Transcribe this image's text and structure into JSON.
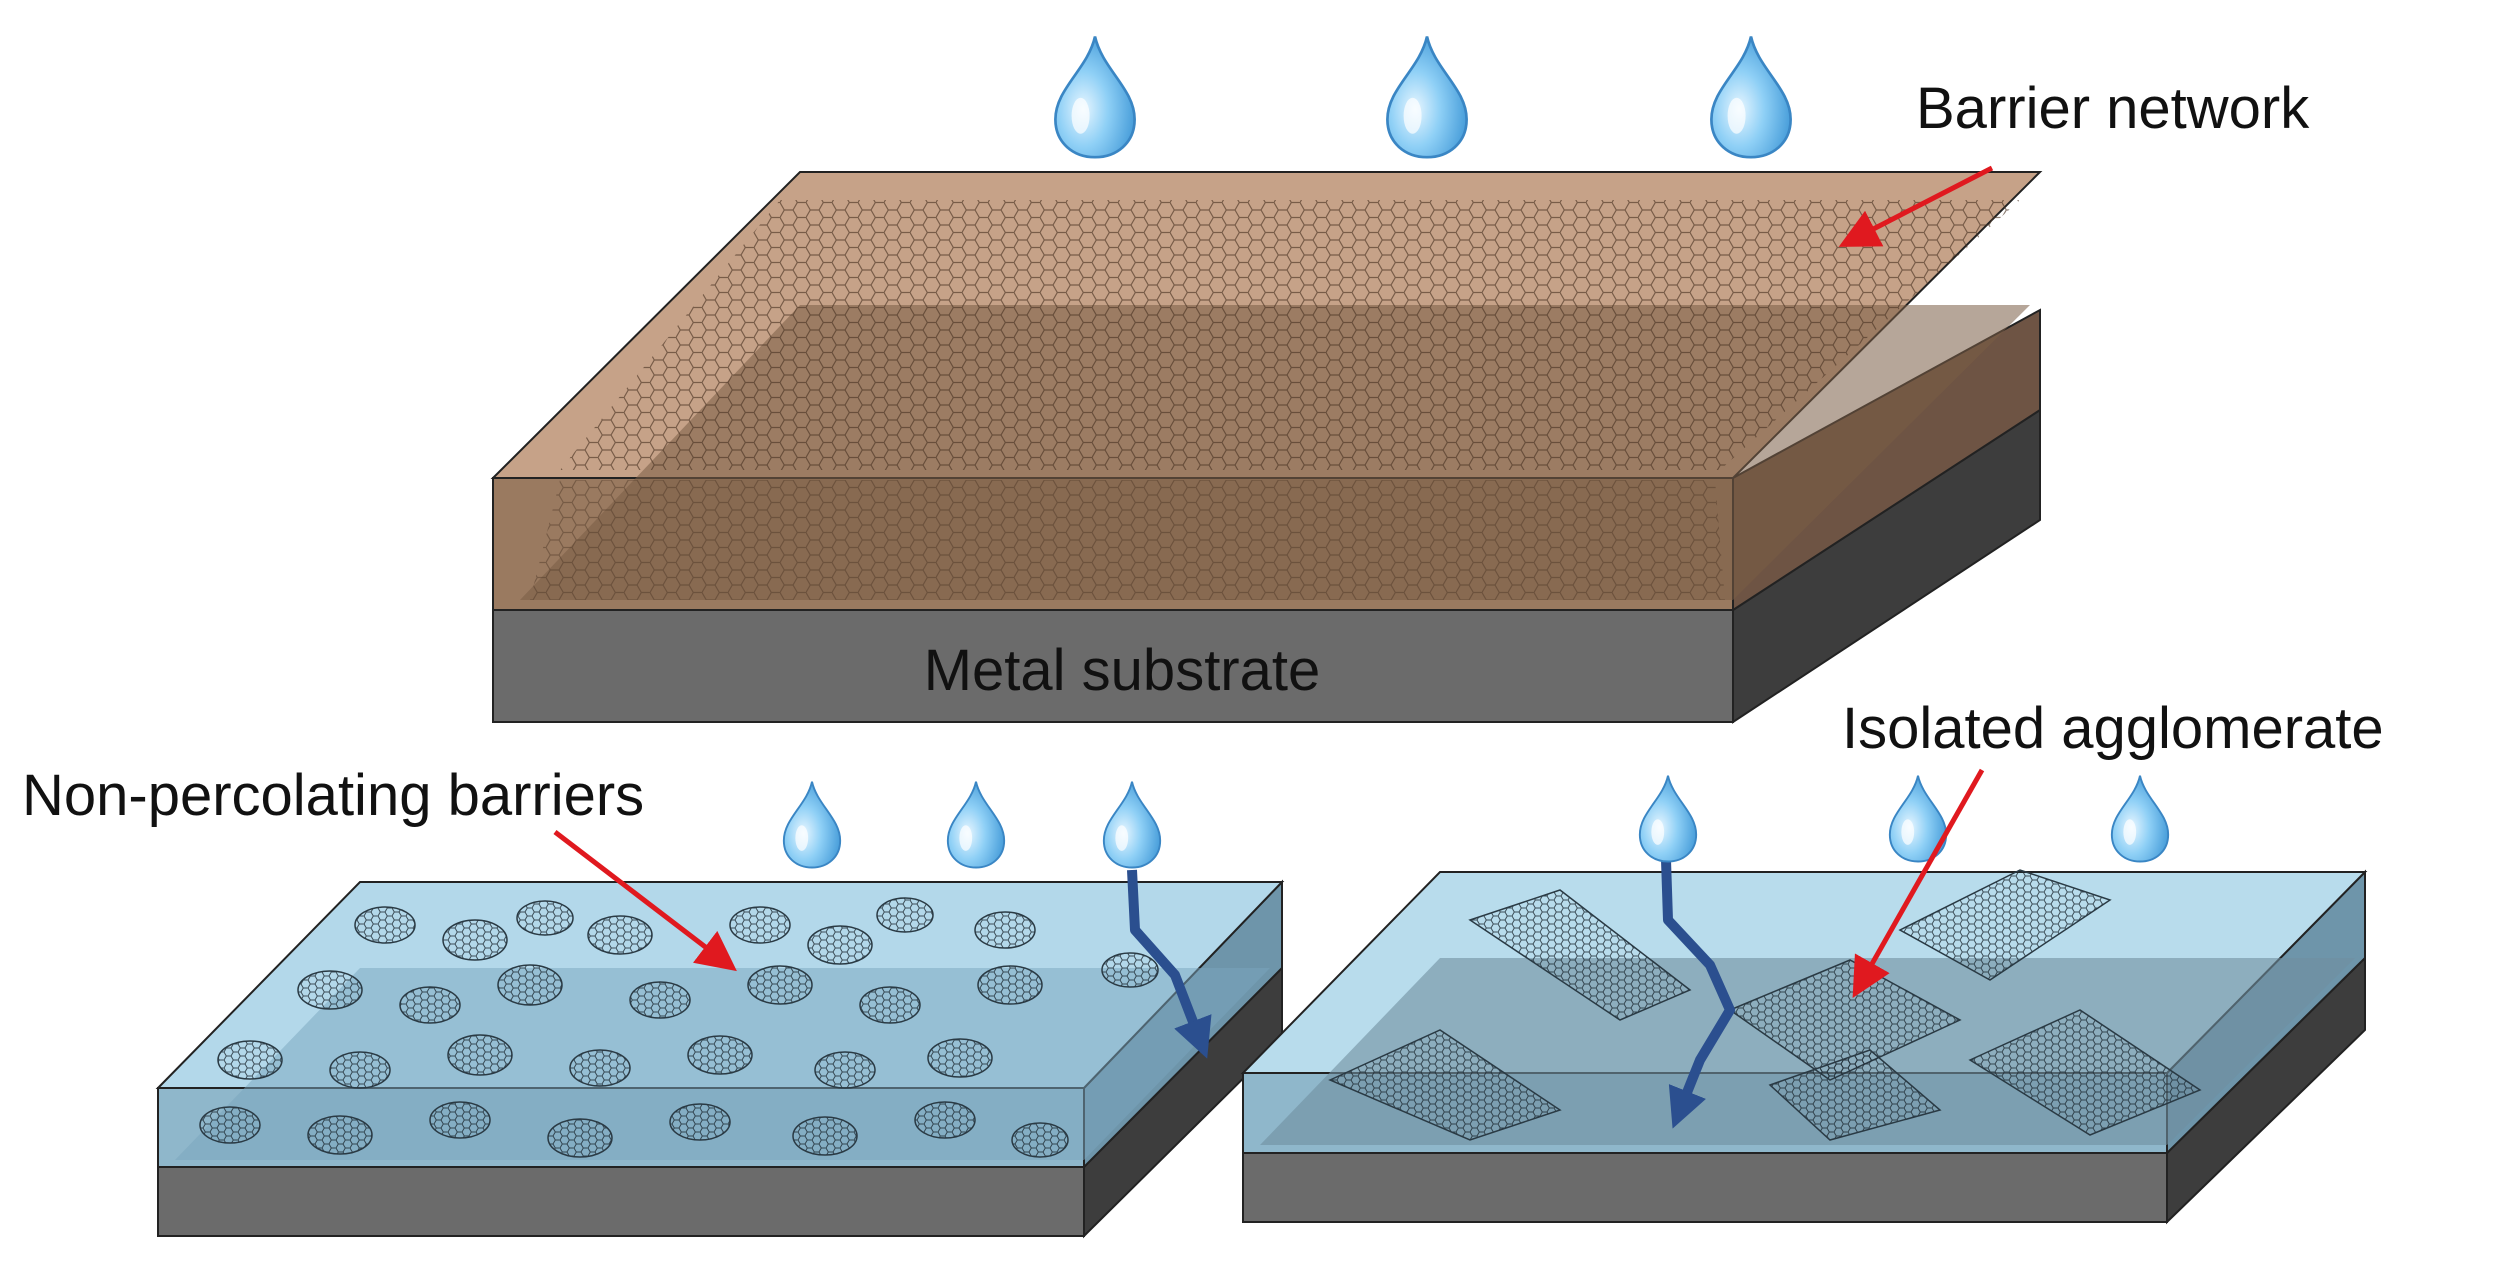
{
  "labels": {
    "barrier_network": "Barrier network",
    "metal_substrate": "Metal substrate",
    "non_percolating": "Non-percolating barriers",
    "isolated_agglomerate": "Isolated agglomerate"
  },
  "colors": {
    "coating_brown": "#b8906e",
    "coating_brown_dark": "#8a6a52",
    "coating_blue": "#9ec9de",
    "coating_blue_dark": "#7aa6bd",
    "substrate_front": "#6b6b6b",
    "substrate_side": "#3d3d3d",
    "arrow_red": "#e0191f",
    "path_blue": "#2b4f8f",
    "droplet": "#5fb1ea"
  },
  "icons": {
    "droplet": "water-droplet-icon",
    "pointer": "red-arrow-icon",
    "penetration": "diffusion-path-icon"
  }
}
